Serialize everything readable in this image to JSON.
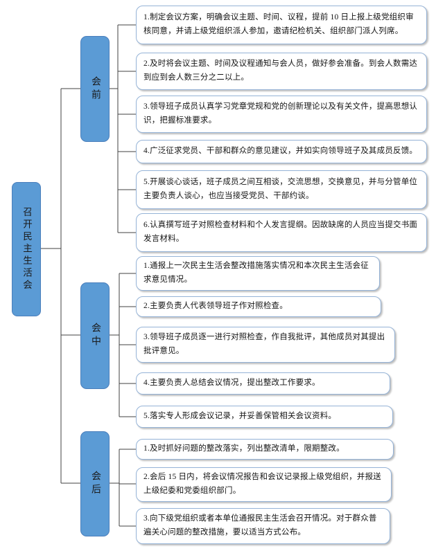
{
  "root": {
    "label": "召开民主生活会"
  },
  "sections": [
    {
      "label": "会前",
      "items": [
        "1.制定会议方案，明确会议主题、时间、议程，提前 10 日上报上级党组织审核同意，并请上级党组织派人参加，邀请纪检机关、组织部门派人列席。",
        "2.及时将会议主题、时间及议程通知与会人员，做好参会准备。到会人数需达到应到会人数三分之二以上。",
        "3.领导班子成员认真学习党章党规和党的创新理论以及有关文件，提高思想认识，把握标准要求。",
        "4.广泛征求党员、干部和群众的意见建议，并如实向领导班子及其成员反馈。",
        "5.开展谈心谈话，班子成员之间互相谈，交流思想，交换意见，并与分管单位主要负责人谈心，也应当接受党员、干部约谈。",
        "6.认真撰写班子对照检查材料和个人发言提纲。因故缺席的人员应当提交书面发言材料。"
      ]
    },
    {
      "label": "会中",
      "items": [
        "1.通报上一次民主生活会整改措施落实情况和本次民主生活会征求意见情况。",
        "2.主要负责人代表领导班子作对照检查。",
        "3.领导班子成员逐一进行对照检查，作自我批评，其他成员对其提出批评意见。",
        "4.主要负责人总结会议情况，提出整改工作要求。",
        "5.落实专人形成会议记录，并妥善保管相关会议资料。"
      ]
    },
    {
      "label": "会后",
      "items": [
        "1.及时抓好问题的整改落实，列出整改清单，限期整改。",
        "2.会后 15 日内，将会议情况报告和会议记录报上级党组织，并报送上级纪委和党委组织部门。",
        "3.向下级党组织或者本单位通报民主生活会召开情况。对于群众普遍关心问题的整改措施，要以适当方式公布。"
      ]
    }
  ],
  "colors": {
    "node_fill": "#5B9BD5",
    "box_border": "#95B3D7",
    "connector": "#404040"
  }
}
